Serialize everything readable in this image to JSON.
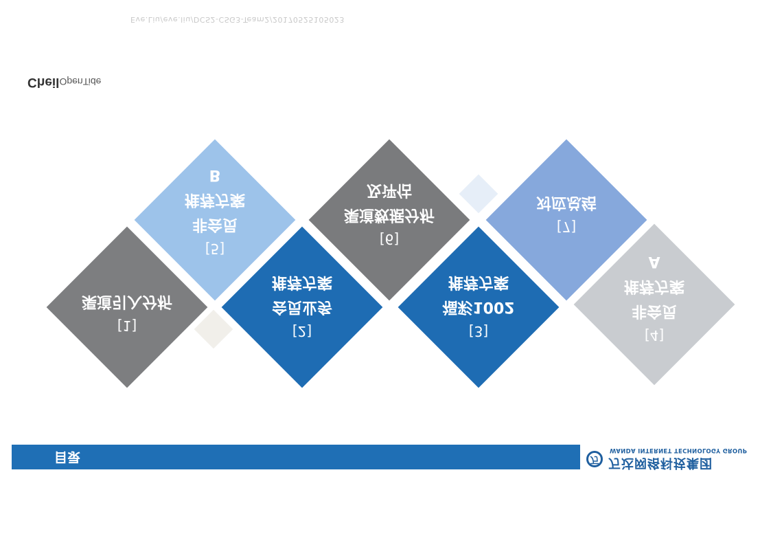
{
  "header": {
    "path": "Eve.Liu/eve.liu/DCS2-CSG3-Team2/20170525105023",
    "brand_bold": "Cheil",
    "brand_light": "OpenTide"
  },
  "items": [
    {
      "num": "[1]",
      "lines": [
        "渠道引入分析"
      ],
      "color": "#7d7e80"
    },
    {
      "num": "[2]",
      "lines": [
        "会员业务",
        "推荐方案"
      ],
      "color": "#1e6cb3"
    },
    {
      "num": "[3]",
      "lines": [
        "福彩1002",
        "推荐方案"
      ],
      "color": "#1e6cb3"
    },
    {
      "num": "[4]",
      "lines": [
        "非会员",
        "推荐方案",
        "A"
      ],
      "color": "#c9ccd0"
    },
    {
      "num": "[5]",
      "lines": [
        "非会员",
        "推荐方案",
        "B"
      ],
      "color": "#9dc3ea"
    },
    {
      "num": "[6]",
      "lines": [
        "渠道数据分析",
        "及评估"
      ],
      "color": "#7a7b7d"
    },
    {
      "num": "[7]",
      "lines": [
        "对应总结"
      ],
      "color": "#86a8dc"
    }
  ],
  "footer": {
    "section_title": "目录",
    "company_cn": "万达网络科技集团",
    "company_en": "WANDA INTERNET TECHNOLOGY GROUP",
    "logo_mark": "万"
  }
}
